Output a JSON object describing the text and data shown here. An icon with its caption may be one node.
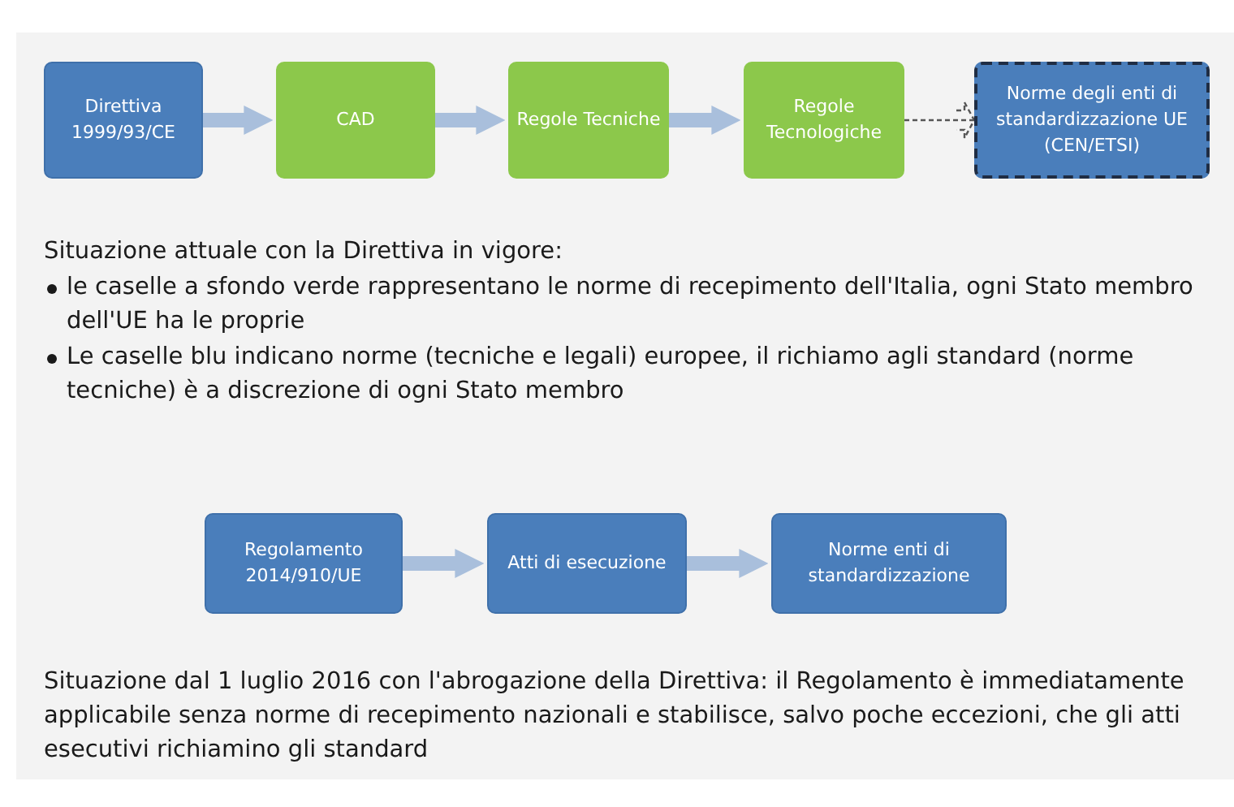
{
  "diagram": {
    "nodes": [
      {
        "text": [
          "Direttiva 1999/93/CE"
        ]
      },
      {
        "text": [
          "CAD"
        ]
      },
      {
        "text": [
          "Regole Tecniche"
        ]
      },
      {
        "text": [
          "Regole Tecnologiche"
        ]
      },
      {
        "text": [
          "Norme degli enti di standardizzazione UE (CEN/ETSI)"
        ]
      },
      {
        "text": [
          "Regolamento 2014/910/UE"
        ]
      },
      {
        "text": [
          "Atti di esecuzione"
        ]
      },
      {
        "text": [
          "Norme enti di standardizzazione"
        ]
      }
    ],
    "edges": [
      {
        "from": 0,
        "to": 1,
        "arrow": "to"
      },
      {
        "from": 1,
        "to": 2,
        "arrow": "to"
      },
      {
        "from": 2,
        "to": 3,
        "arrow": "to"
      },
      {
        "from": 3,
        "to": 4,
        "arrow": "to",
        "style": "dashed",
        "color": "#555555"
      },
      {
        "from": 5,
        "to": 6,
        "arrow": "to"
      },
      {
        "from": 6,
        "to": 7,
        "arrow": "to"
      }
    ],
    "labels": [
      "Situazione attuale con la Direttiva in vigore:",
      "le caselle a sfondo verde rappresentano le norme di recepimento dell'Italia, ogni Stato membro dell'UE ha le proprie",
      "Le caselle blu indicano norme (tecniche e legali) europee, il richiamo agli standard (norme tecniche) è a discrezione di ogni Stato membro",
      "Situazione dal 1 luglio 2016 con l'abrogazione della Direttiva: il Regolamento è immediatamente applicabile senza norme di recepimento nazionali e stabilisce, salvo poche eccezioni, che gli atti esecutivi richiamino gli standard"
    ]
  }
}
